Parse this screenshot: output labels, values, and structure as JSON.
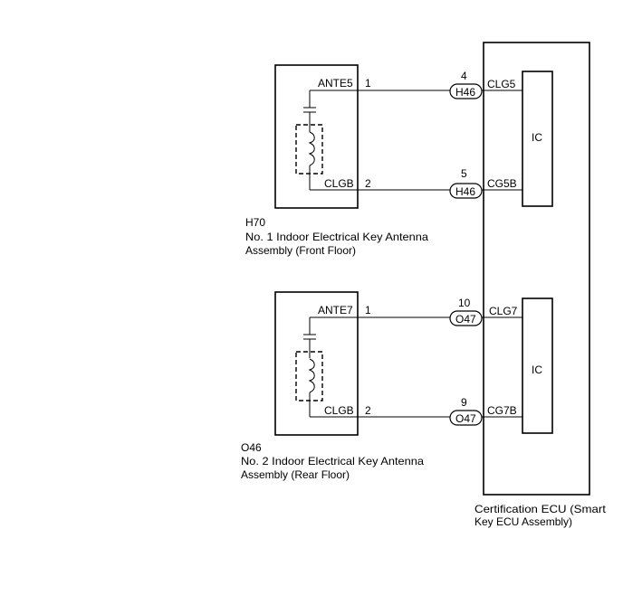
{
  "antenna1": {
    "code": "H70",
    "name_line1": "No. 1 Indoor Electrical Key Antenna",
    "name_line2": "Assembly (Front Floor)",
    "pin_top_label": "ANTE5",
    "pin_top_num": "1",
    "pin_bot_label": "CLGB",
    "pin_bot_num": "2"
  },
  "antenna2": {
    "code": "O46",
    "name_line1": "No. 2 Indoor Electrical Key Antenna",
    "name_line2": "Assembly (Rear Floor)",
    "pin_top_label": "ANTE7",
    "pin_top_num": "1",
    "pin_bot_label": "CLGB",
    "pin_bot_num": "2"
  },
  "ecu": {
    "name_line1": "Certification ECU (Smart",
    "name_line2": "Key ECU Assembly)",
    "ic1_label": "IC",
    "ic2_label": "IC",
    "pins": [
      {
        "num": "4",
        "connector": "H46",
        "terminal": "CLG5"
      },
      {
        "num": "5",
        "connector": "H46",
        "terminal": "CG5B"
      },
      {
        "num": "10",
        "connector": "O47",
        "terminal": "CLG7"
      },
      {
        "num": "9",
        "connector": "O47",
        "terminal": "CG7B"
      }
    ]
  }
}
